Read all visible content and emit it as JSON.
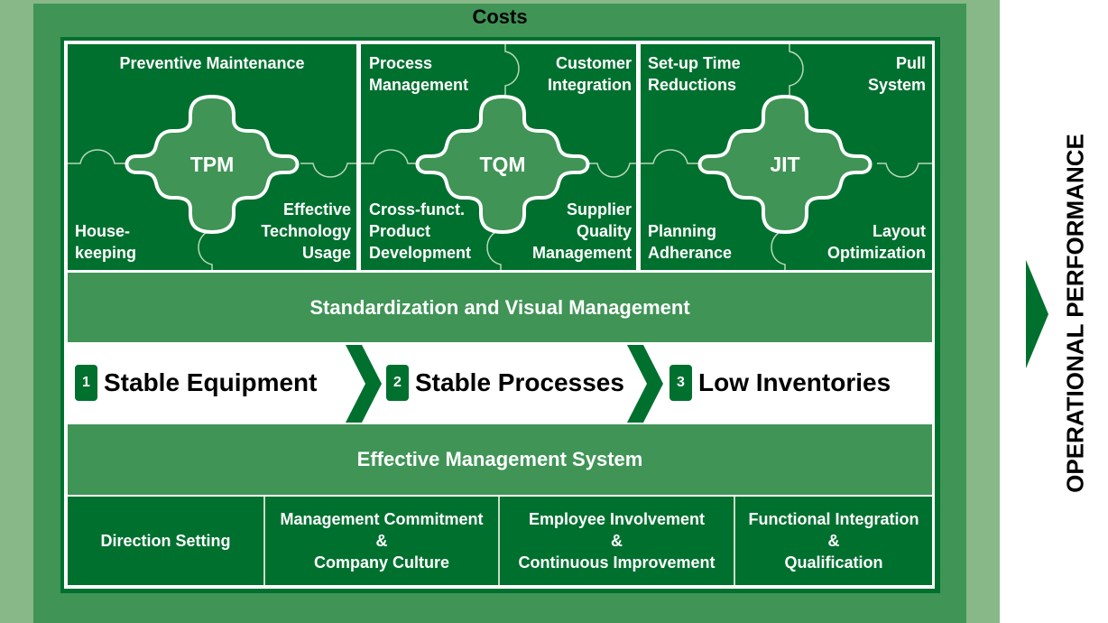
{
  "colors": {
    "dark_green": "#00702f",
    "mid_green": "#3f9456",
    "light_green": "#88b888",
    "white": "#ffffff",
    "black": "#000000"
  },
  "header": {
    "costs_label": "Costs"
  },
  "pillars": [
    {
      "hub": "TPM",
      "top_left": "Preventive Maintenance",
      "bottom_left": [
        "House-",
        "keeping"
      ],
      "bottom_right": [
        "Effective",
        "Technology",
        "Usage"
      ]
    },
    {
      "hub": "TQM",
      "top_left": [
        "Process",
        "Management"
      ],
      "top_right": [
        "Customer",
        "Integration"
      ],
      "bottom_left": [
        "Cross-funct.",
        "Product",
        "Development"
      ],
      "bottom_right": [
        "Supplier",
        "Quality",
        "Management"
      ]
    },
    {
      "hub": "JIT",
      "top_left": [
        "Set-up Time",
        "Reductions"
      ],
      "top_right": [
        "Pull",
        "System"
      ],
      "bottom_left": [
        "Planning",
        "Adherance"
      ],
      "bottom_right": [
        "Layout",
        "Optimization"
      ]
    }
  ],
  "bands": {
    "standardization": "Standardization and Visual Management",
    "management_system": "Effective Management System"
  },
  "steps": [
    {
      "number": "1",
      "label": "Stable Equipment"
    },
    {
      "number": "2",
      "label": "Stable Processes"
    },
    {
      "number": "3",
      "label": "Low Inventories"
    }
  ],
  "foundation": [
    "Direction Setting",
    "Management Commitment\n&\nCompany Culture",
    "Employee Involvement\n&\nContinuous Improvement",
    "Functional Integration\n&\nQualification"
  ],
  "outcome": {
    "label": "OPERATIONAL PERFORMANCE",
    "arrow_icon": "triangle-right-icon"
  }
}
